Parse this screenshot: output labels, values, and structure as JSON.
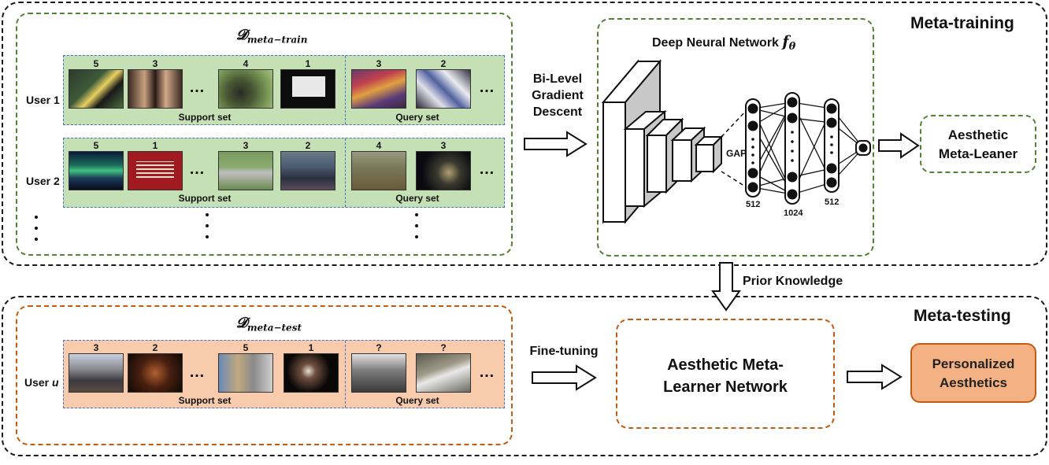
{
  "meta_training": {
    "title": "Meta-training",
    "dataset_label": "𝓓",
    "dataset_subscript": "meta−train",
    "users": [
      {
        "label": "User 1",
        "support_scores": [
          "5",
          "3",
          "4",
          "1"
        ],
        "query_scores": [
          "3",
          "2"
        ]
      },
      {
        "label": "User 2",
        "support_scores": [
          "5",
          "1",
          "3",
          "2"
        ],
        "query_scores": [
          "4",
          "3"
        ]
      }
    ],
    "support_set_label": "Support set",
    "query_set_label": "Query set",
    "ellipsis": "…",
    "arrow_label_lines": [
      "Bi-Level",
      "Gradient",
      "Descent"
    ],
    "network_title": "Deep Neural Network",
    "network_symbol": "f",
    "network_subscript": "θ",
    "gap_label": "GAP",
    "layer_sizes": [
      "512",
      "1024",
      "512"
    ],
    "output_box_lines": [
      "Aesthetic",
      "Meta-Leaner"
    ]
  },
  "prior_knowledge_label": "Prior Knowledge",
  "meta_testing": {
    "title": "Meta-testing",
    "dataset_label": "𝓓",
    "dataset_subscript": "meta−test",
    "user": {
      "label_prefix": "User",
      "label_var": "u",
      "support_scores": [
        "3",
        "2",
        "5",
        "1"
      ],
      "query_scores": [
        "?",
        "?"
      ]
    },
    "support_set_label": "Support set",
    "query_set_label": "Query set",
    "arrow_label": "Fine-tuning",
    "learner_box_lines": [
      "Aesthetic Meta-",
      "Learner Network"
    ],
    "output_box_lines": [
      "Personalized",
      "Aesthetics"
    ]
  },
  "colors": {
    "train_green": "#548235",
    "strip_green": "#c5e0b4",
    "test_orange": "#c55a11",
    "strip_orange": "#f8cbad",
    "output_orange": "#f4b183",
    "strip_border_blue": "#4472c4"
  }
}
